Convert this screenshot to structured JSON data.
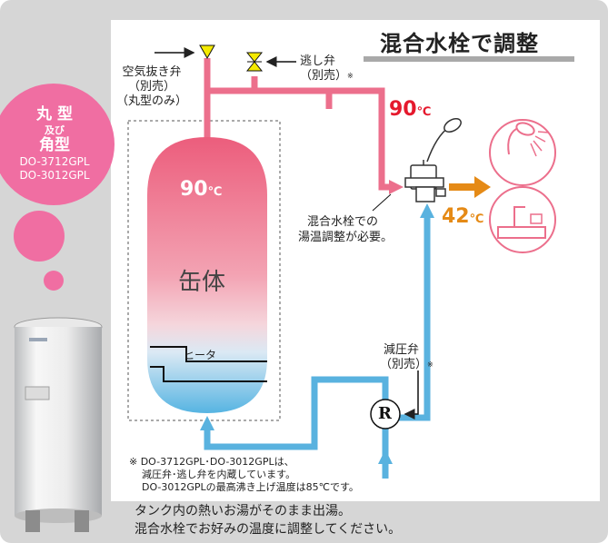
{
  "title": "混合水栓で調整",
  "badge": {
    "line1": "丸 型",
    "line2": "及び",
    "line3": "角型",
    "model1": "DO-3712GPL",
    "model2": "DO-3012GPL"
  },
  "tank": {
    "temp": "90",
    "temp_unit": "℃",
    "label": "缶体",
    "heater": "ヒータ"
  },
  "labels": {
    "air_valve": [
      "空気抜き弁",
      "（別売）",
      "（丸型のみ）"
    ],
    "relief_valve": [
      "逃し弁",
      "（別売）"
    ],
    "relief_note_mark": "※",
    "pipe_temp": "90",
    "pipe_temp_unit": "℃",
    "mix_note": [
      "混合水栓での",
      "湯温調整が必要。"
    ],
    "out_temp": "42",
    "out_temp_unit": "℃",
    "pressure_valve": [
      "減圧弁",
      "（別売）"
    ],
    "pressure_note_mark": "※",
    "pressure_symbol": "R"
  },
  "notes": [
    "※ DO-3712GPL･DO-3012GPLは、",
    "減圧弁･逃し弁を内蔵しています。",
    "DO-3012GPLの最高沸き上げ温度は85℃です。"
  ],
  "footer": [
    "タンク内の熱いお湯がそのまま出湯。",
    "混合水栓でお好みの温度に調整してください。"
  ],
  "colors": {
    "hot_pipe": "#ec6f8c",
    "cold_pipe": "#59b2df",
    "out_arrow": "#e58a16",
    "hot_text": "#e5192d",
    "valve_yellow": "#f4ea00"
  }
}
